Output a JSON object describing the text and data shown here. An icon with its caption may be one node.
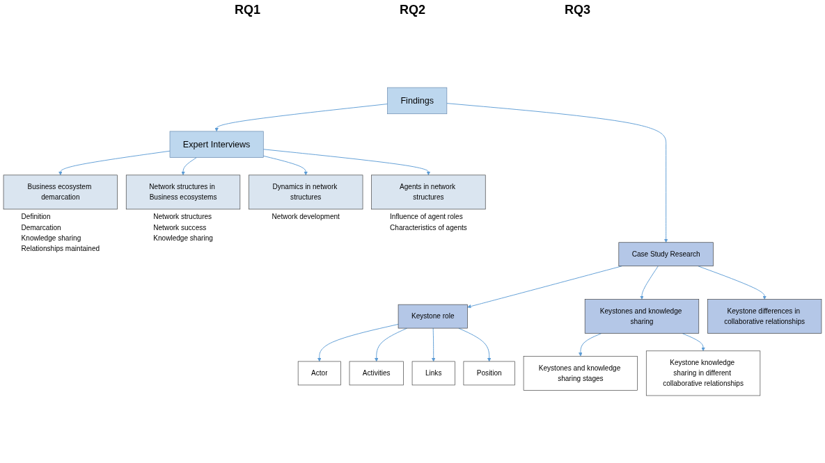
{
  "diagram": {
    "nodes": [
      {
        "text": [
          "Findings"
        ]
      },
      {
        "text": [
          "Expert Interviews"
        ]
      },
      {
        "text": [
          "Business ecosystem demarcation"
        ],
        "beside": [
          "Definition",
          "Demarcation",
          "Knowledge sharing",
          "Relationships maintained"
        ]
      },
      {
        "text": [
          "Network structures in Business ecosystems"
        ],
        "beside": [
          "Network structures",
          "Network success",
          "Knowledge sharing"
        ]
      },
      {
        "text": [
          "Dynamics in network structures"
        ],
        "beside": [
          "Network development"
        ]
      },
      {
        "text": [
          "Agents in network structures"
        ],
        "beside": [
          "Influence of agent roles",
          "Characteristics of agents"
        ]
      },
      {
        "text": [
          "Case Study Research"
        ]
      },
      {
        "text": [
          "Keystone role"
        ]
      },
      {
        "text": [
          "Keystones and knowledge sharing"
        ]
      },
      {
        "text": [
          "Keystone differences in collaborative relationships"
        ]
      },
      {
        "text": [
          "Actor"
        ]
      },
      {
        "text": [
          "Activities"
        ]
      },
      {
        "text": [
          "Links"
        ]
      },
      {
        "text": [
          "Position"
        ]
      },
      {
        "text": [
          "Keystones and knowledge sharing stages"
        ]
      },
      {
        "text": [
          "Keystone knowledge sharing in different collaborative relationships"
        ]
      }
    ],
    "edges": [
      {
        "from": 0,
        "to": 1,
        "arrow": "to"
      },
      {
        "from": 0,
        "to": 6,
        "arrow": "to"
      },
      {
        "from": 1,
        "to": 2,
        "arrow": "to"
      },
      {
        "from": 1,
        "to": 3,
        "arrow": "to"
      },
      {
        "from": 1,
        "to": 4,
        "arrow": "to"
      },
      {
        "from": 1,
        "to": 5,
        "arrow": "to"
      },
      {
        "from": 6,
        "to": 7,
        "arrow": "to"
      },
      {
        "from": 6,
        "to": 8,
        "arrow": "to"
      },
      {
        "from": 6,
        "to": 9,
        "arrow": "to"
      },
      {
        "from": 7,
        "to": 10,
        "arrow": "to"
      },
      {
        "from": 7,
        "to": 11,
        "arrow": "to"
      },
      {
        "from": 7,
        "to": 12,
        "arrow": "to"
      },
      {
        "from": 7,
        "to": 13,
        "arrow": "to"
      },
      {
        "from": 8,
        "to": 14,
        "arrow": "to"
      },
      {
        "from": 8,
        "to": 15,
        "arrow": "to"
      }
    ],
    "labels": [
      "RQ1",
      "RQ2",
      "RQ3"
    ]
  }
}
